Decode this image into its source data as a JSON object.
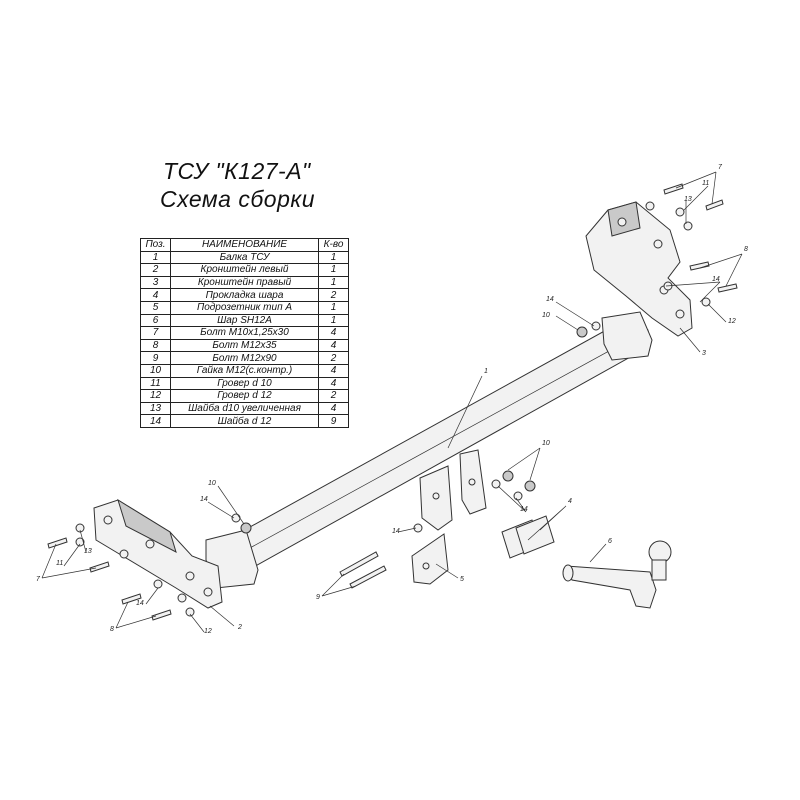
{
  "title": {
    "line1": "ТСУ \"К127-А\"",
    "line2": "Схема сборки"
  },
  "parts_table": {
    "headers": {
      "pos": "Поз.",
      "name": "НАИМЕНОВАНИЕ",
      "qty": "К-во"
    },
    "rows": [
      {
        "pos": "1",
        "name": "Балка ТСУ",
        "qty": "1"
      },
      {
        "pos": "2",
        "name": "Кронштейн левый",
        "qty": "1"
      },
      {
        "pos": "3",
        "name": "Кронштейн правый",
        "qty": "1"
      },
      {
        "pos": "4",
        "name": "Прокладка шара",
        "qty": "2"
      },
      {
        "pos": "5",
        "name": "Подрозетник тип А",
        "qty": "1"
      },
      {
        "pos": "6",
        "name": "Шар SH12A",
        "qty": "1"
      },
      {
        "pos": "7",
        "name": "Болт М10х1,25х30",
        "qty": "4"
      },
      {
        "pos": "8",
        "name": "Болт М12х35",
        "qty": "4"
      },
      {
        "pos": "9",
        "name": "Болт М12х90",
        "qty": "2"
      },
      {
        "pos": "10",
        "name": "Гайка М12(с.контр.)",
        "qty": "4"
      },
      {
        "pos": "11",
        "name": "Гровер d 10",
        "qty": "4"
      },
      {
        "pos": "12",
        "name": "Гровер d 12",
        "qty": "2"
      },
      {
        "pos": "13",
        "name": "Шайба d10 увеличенная",
        "qty": "4"
      },
      {
        "pos": "14",
        "name": "Шайба d 12",
        "qty": "9"
      }
    ]
  },
  "callouts": {
    "c1": "1",
    "c2": "2",
    "c3": "3",
    "c4": "4",
    "c5": "5",
    "c6": "6",
    "c7a": "7",
    "c7b": "7",
    "c8a": "8",
    "c8b": "8",
    "c9": "9",
    "c10a": "10",
    "c10b": "10",
    "c10c": "10",
    "c11a": "11",
    "c11b": "11",
    "c12a": "12",
    "c12b": "12",
    "c13a": "13",
    "c13b": "13",
    "c14a": "14",
    "c14b": "14",
    "c14c": "14",
    "c14d": "14",
    "c14e": "14",
    "c14f": "14"
  }
}
